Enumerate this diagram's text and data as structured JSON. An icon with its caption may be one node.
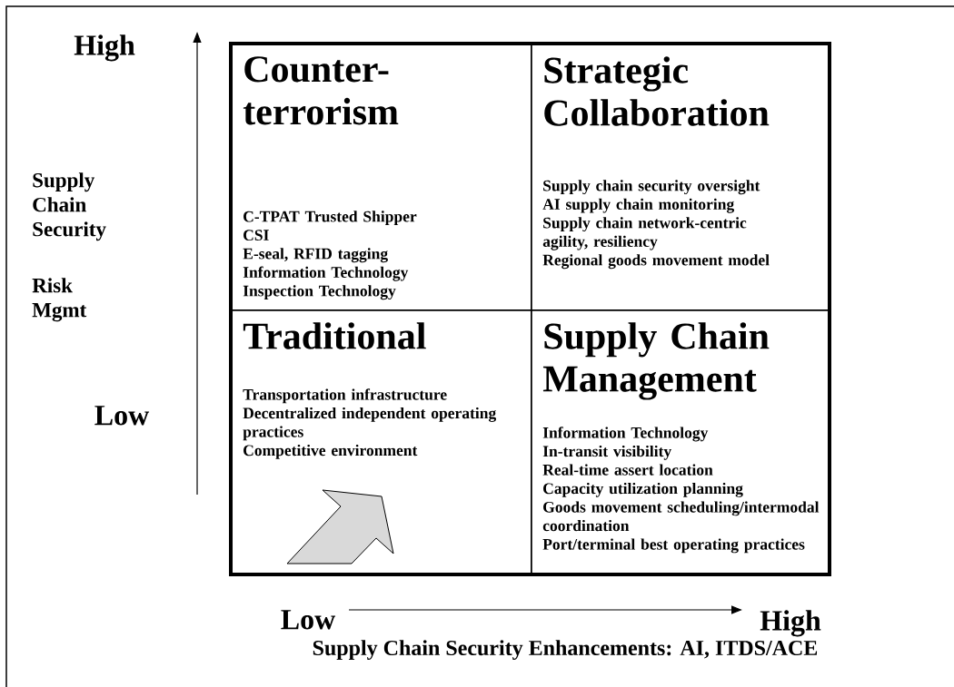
{
  "diagram": {
    "nodes": [
      {
        "text": [
          "Counter-terrorism",
          "C-TPAT Trusted Shipper",
          "CSI",
          "E-seal, RFID tagging",
          "Information Technology",
          "Inspection Technology"
        ]
      },
      {
        "text": [
          "Strategic Collaboration",
          "Supply chain security oversight",
          "AI supply chain monitoring",
          "Supply chain network-centric agility, resiliency",
          "Regional goods movement model"
        ]
      },
      {
        "text": [
          "Traditional",
          "Transportation infrastructure",
          "Decentralized independent operating practices",
          "Competitive environment"
        ]
      },
      {
        "text": [
          "Supply Chain Management",
          "Information Technology",
          "In-transit visibility",
          "Real-time assert location",
          "Capacity utilization planning",
          "Goods movement scheduling/intermodal coordination",
          "Port/terminal best operating practices"
        ]
      }
    ],
    "labels": [
      "High",
      "Supply Chain Security",
      "Risk Mgmt",
      "Low",
      "Low",
      "High",
      "Supply Chain Security Enhancements: AI, ITDS/ACE"
    ]
  }
}
